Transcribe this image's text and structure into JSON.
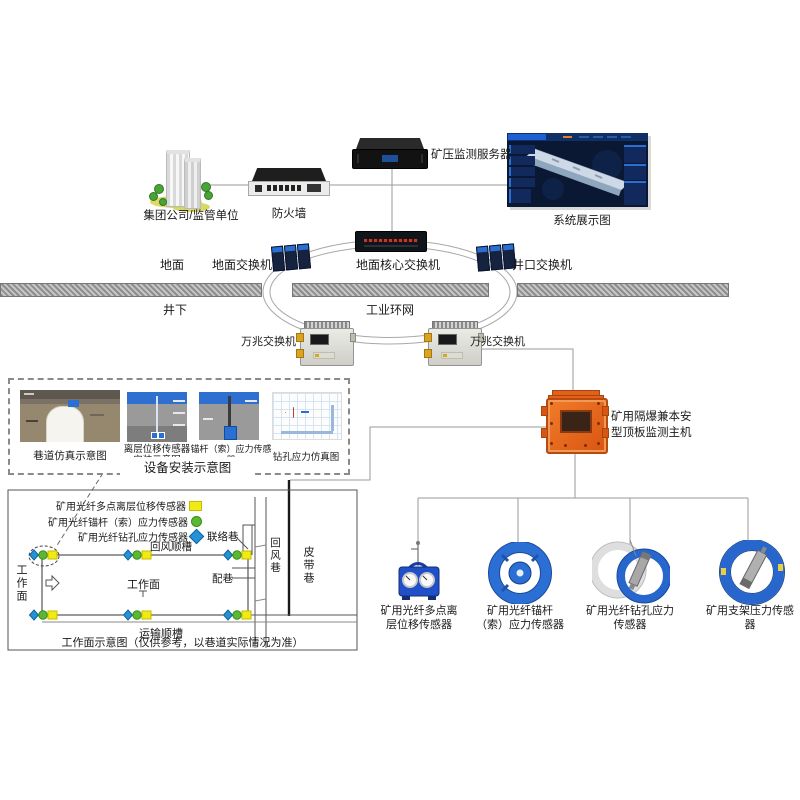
{
  "top": {
    "company": "集团公司/监管单位",
    "firewall": "防火墙",
    "server": "矿压监测服务器",
    "display": "系统展示图"
  },
  "net": {
    "ground": "地面",
    "underground": "井下",
    "ground_switch": "地面交换机",
    "core_switch": "地面核心交换机",
    "wellhead_switch": "井口交换机",
    "ring": "工业环网",
    "teng_left": "万兆交换机",
    "teng_right": "万兆交换机"
  },
  "host": {
    "line1": "矿用隔爆兼本安",
    "line2": "型顶板监测主机"
  },
  "install": {
    "sub1": "巷道仿真示意图",
    "sub2a": "离层位移传感器",
    "sub2b": "安装示意图",
    "sub3a": "锚杆（索）应力传感器",
    "sub3b": "安装示意图",
    "sub4": "钻孔应力仿真图",
    "title": "设备安装示意图"
  },
  "wf": {
    "legend": [
      {
        "label": "矿用光纤多点离层位移传感器",
        "marker": "yellow-square",
        "color": "#f2ea12"
      },
      {
        "label": "矿用光纤锚杆（索）应力传感器",
        "marker": "green-circle",
        "color": "#5cb832"
      },
      {
        "label": "矿用光纤钻孔应力传感器",
        "marker": "blue-diamond",
        "color": "#2293d8"
      }
    ],
    "lbl": {
      "lianluo": "联络巷",
      "huifeng_sc": "回风顺槽",
      "gzm_left": "工作面",
      "gzm_center": "工作面",
      "peixiang": "配巷",
      "huifeng_x": "回风巷",
      "pidai": "皮带巷",
      "yunshu": "运输顺槽"
    },
    "caption": "工作面示意图（仅供参考，以巷道实际情况为准）"
  },
  "sensors": [
    {
      "line1": "矿用光纤多点离",
      "line2": "层位移传感器"
    },
    {
      "line1": "矿用光纤锚杆",
      "line2": "（索）应力传感器"
    },
    {
      "line1": "矿用光纤钻孔应力",
      "line2": "传感器"
    },
    {
      "line1": "矿用支架压力传感",
      "line2": "器"
    }
  ],
  "colors": {
    "host_orange": "#e2601a",
    "sensor_blue": "#2b6fd4",
    "dashboard_navy": "#0b1833",
    "line_gray": "#9a9a9a"
  }
}
